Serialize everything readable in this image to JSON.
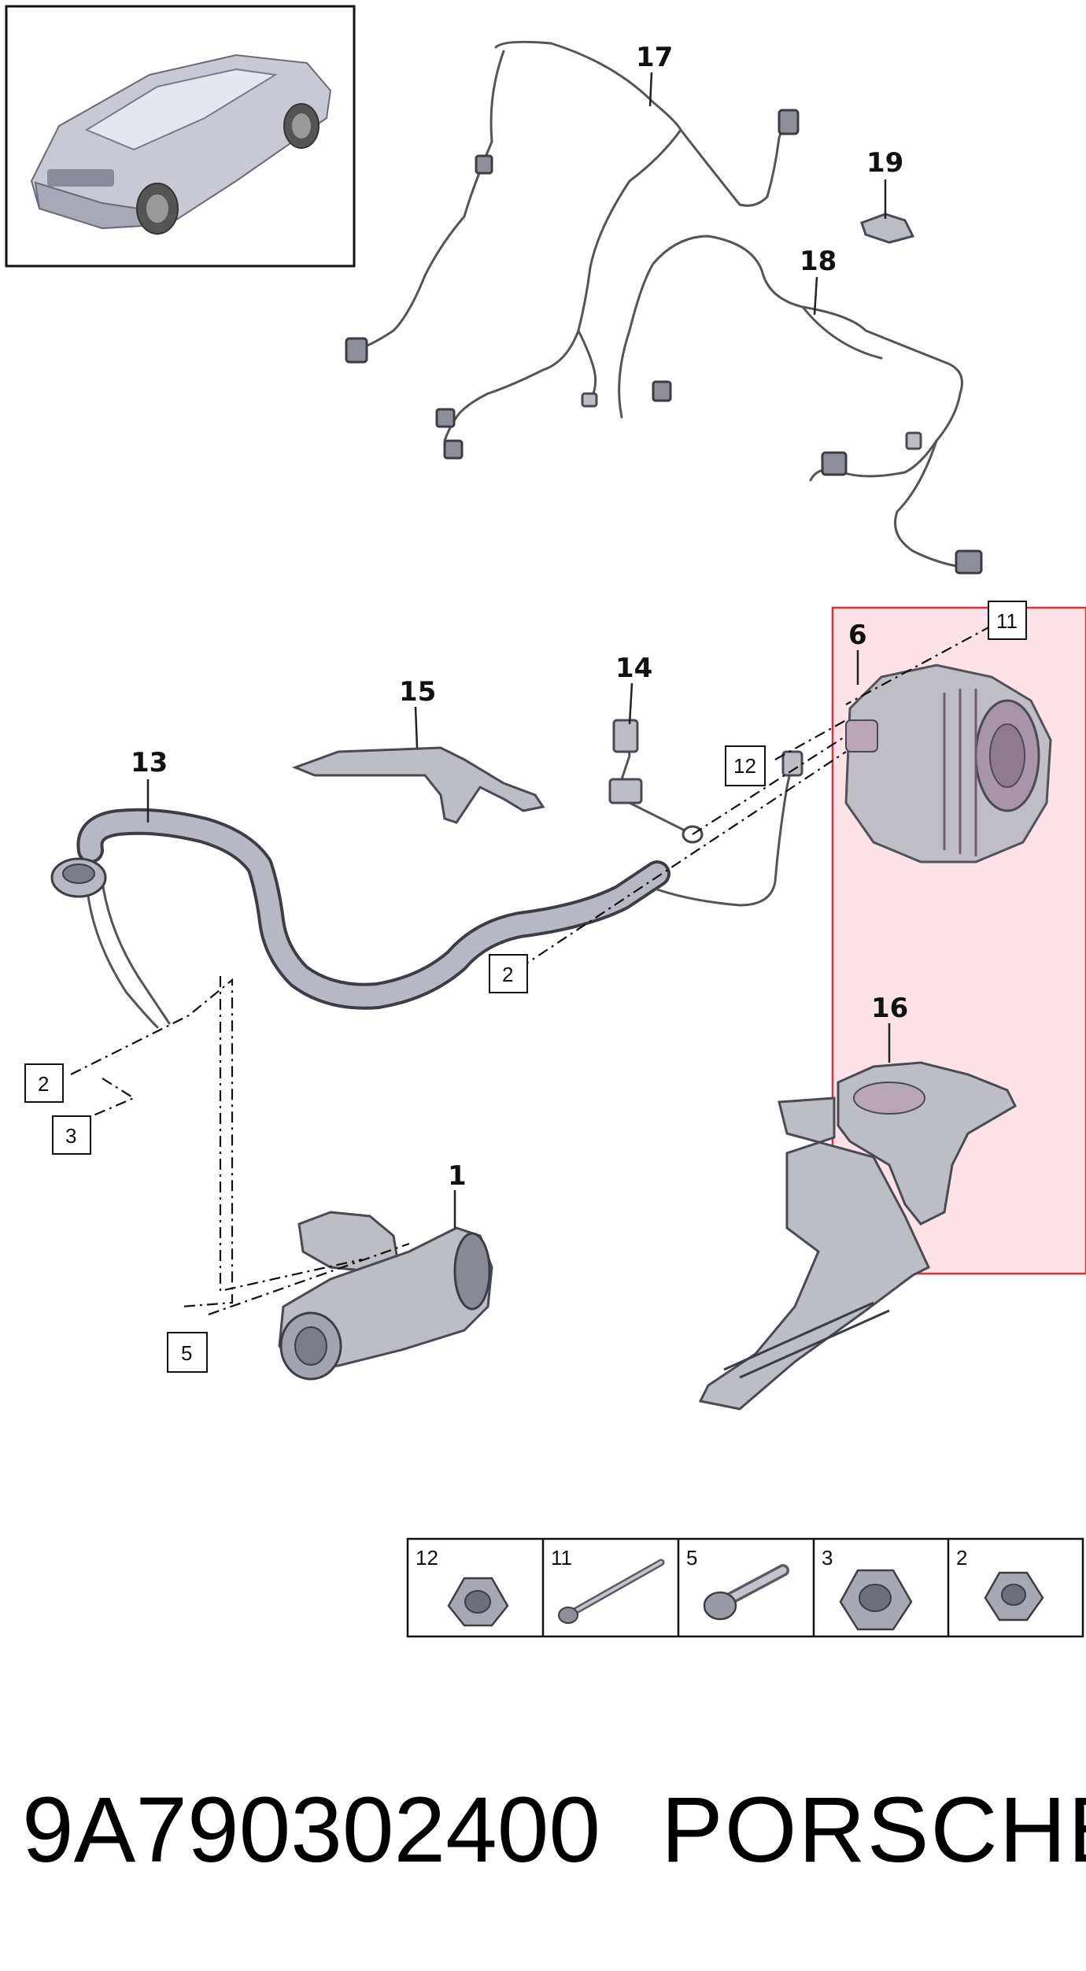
{
  "diagram": {
    "callouts": {
      "c17": "17",
      "c19": "19",
      "c18": "18",
      "c6": "6",
      "c15": "15",
      "c14": "14",
      "c13": "13",
      "c16": "16",
      "c1": "1"
    },
    "boxed_refs": {
      "b11": "11",
      "b12": "12",
      "b2_right": "2",
      "b2_left": "2",
      "b3": "3",
      "b5": "5"
    },
    "highlight_color": "#fde3e8",
    "highlight_border": "#e0303a"
  },
  "hardware_table": {
    "cells": [
      {
        "num": "12",
        "icon": "flange-nut-icon"
      },
      {
        "num": "11",
        "icon": "long-bolt-icon"
      },
      {
        "num": "5",
        "icon": "bolt-icon"
      },
      {
        "num": "3",
        "icon": "large-flange-nut-icon"
      },
      {
        "num": "2",
        "icon": "flange-nut-icon"
      }
    ]
  },
  "footer": {
    "part_number": "9A790302400",
    "brand": "PORSCHE"
  }
}
